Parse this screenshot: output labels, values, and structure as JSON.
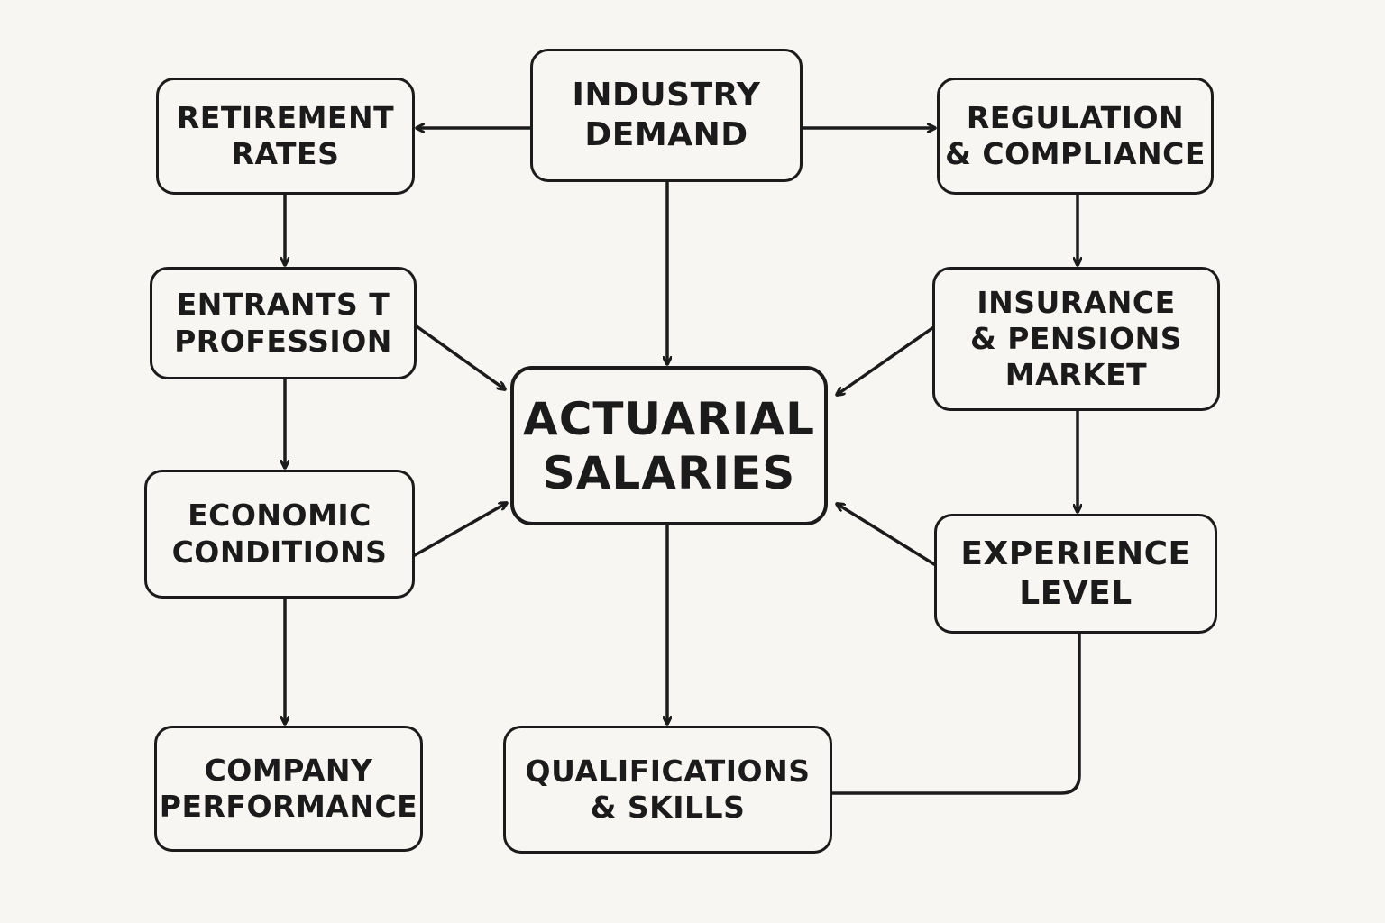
{
  "diagram": {
    "nodes": {
      "retirement": "RETIREMENT\nRATES",
      "industry": "INDUSTRY\nDEMAND",
      "regulation": "REGULATION\n& COMPLIANCE",
      "entrants": "ENTRANTS T\nPROFESSION",
      "insurance": "INSURANCE\n& PENSIONS\nMARKET",
      "actuarial": "ACTUARIAL\nSALARIES",
      "economic": "ECONOMIC\nCONDITIONS",
      "experience": "EXPERIENCE\nLEVEL",
      "company": "COMPANY\nPERFORMANCE",
      "qualifications": "QUALIFICATIONS\n& SKILLS"
    },
    "edges": [
      {
        "from": "industry",
        "to": "retirement"
      },
      {
        "from": "industry",
        "to": "regulation"
      },
      {
        "from": "industry",
        "to": "actuarial"
      },
      {
        "from": "retirement",
        "to": "entrants"
      },
      {
        "from": "regulation",
        "to": "insurance"
      },
      {
        "from": "entrants",
        "to": "actuarial"
      },
      {
        "from": "entrants",
        "to": "economic"
      },
      {
        "from": "insurance",
        "to": "actuarial"
      },
      {
        "from": "insurance",
        "to": "experience"
      },
      {
        "from": "economic",
        "to": "actuarial"
      },
      {
        "from": "economic",
        "to": "company"
      },
      {
        "from": "experience",
        "to": "actuarial"
      },
      {
        "from": "actuarial",
        "to": "qualifications"
      },
      {
        "from": "experience",
        "to": "qualifications"
      }
    ],
    "colors": {
      "stroke": "#1b1b1b",
      "background": "#f7f6f3"
    }
  }
}
